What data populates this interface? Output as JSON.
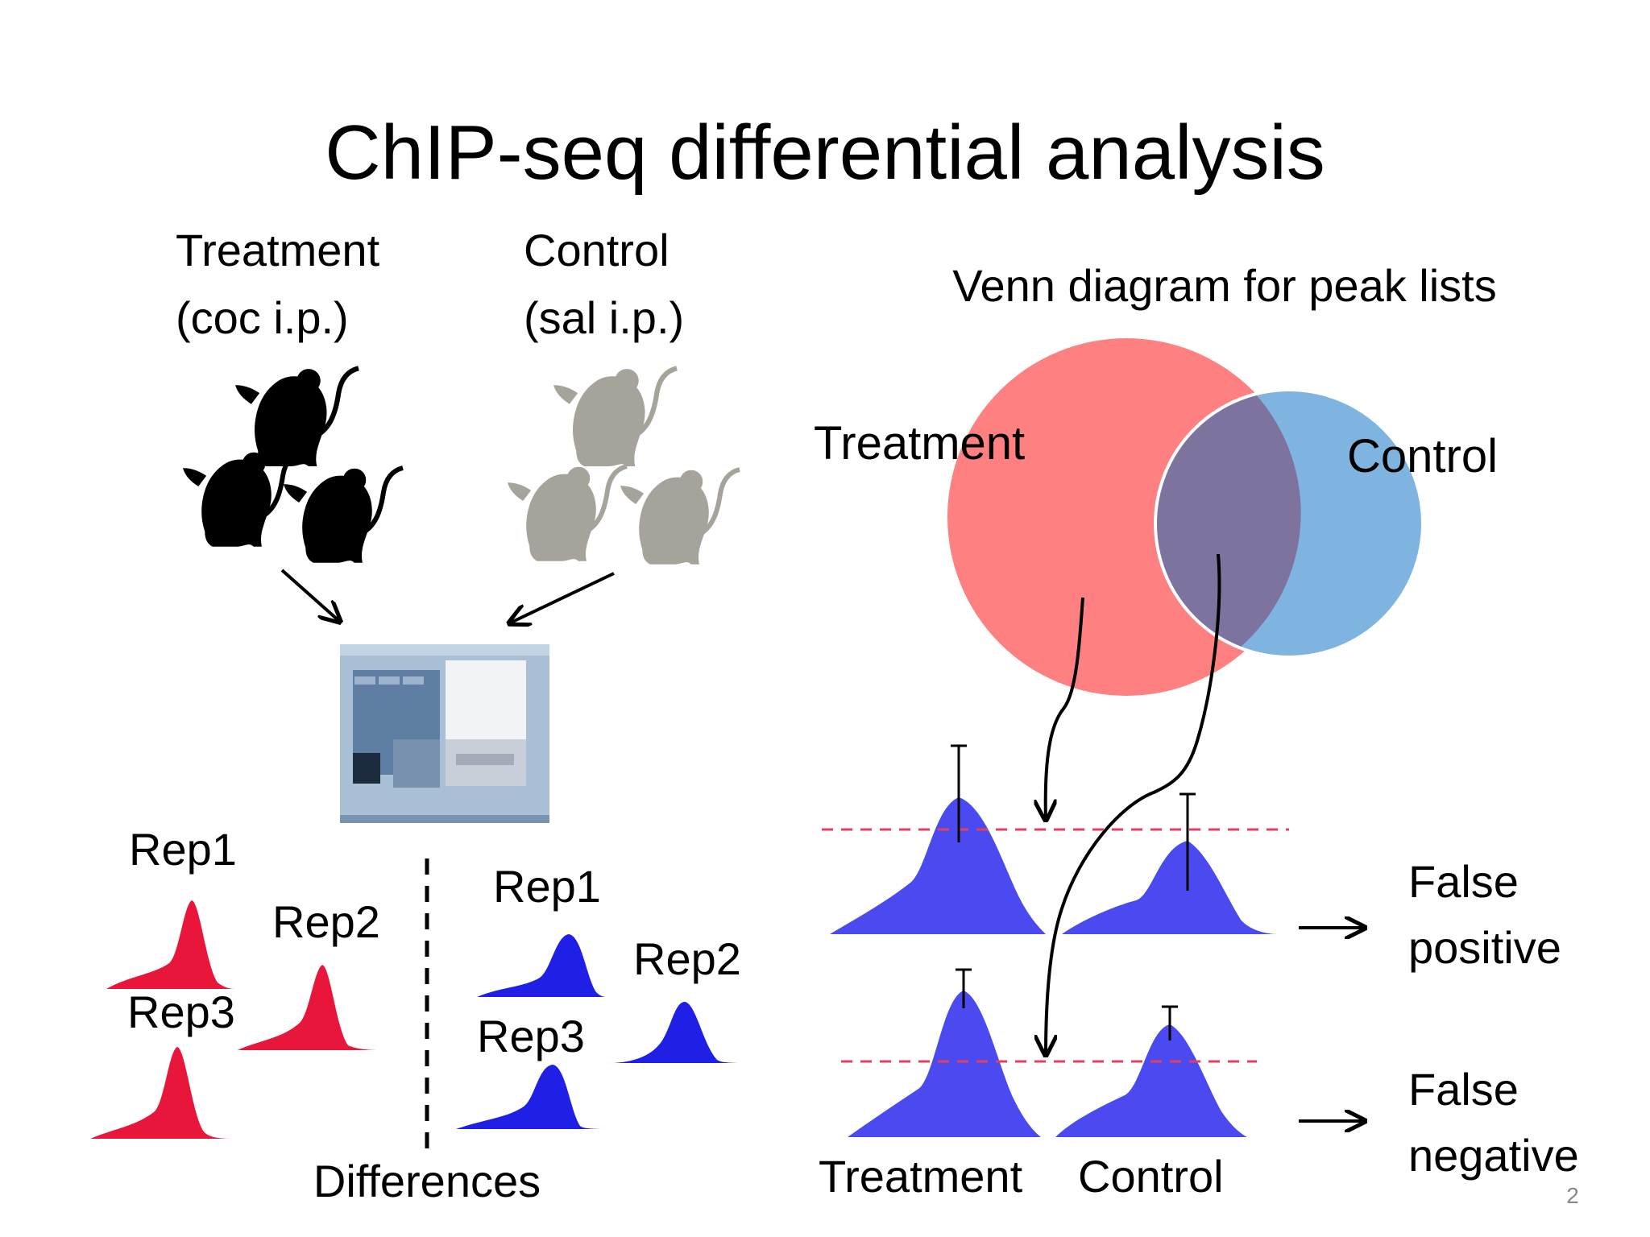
{
  "slide": {
    "title": "ChIP-seq differential analysis",
    "page_number": "2"
  },
  "left": {
    "treatment_label": "Treatment",
    "treatment_sub": "(coc i.p.)",
    "control_label": "Control",
    "control_sub": "(sal i.p.)",
    "treatment_reps": [
      "Rep1",
      "Rep2",
      "Rep3"
    ],
    "control_reps": [
      "Rep1",
      "Rep2",
      "Rep3"
    ],
    "differences_label": "Differences"
  },
  "venn": {
    "title": "Venn diagram for peak lists",
    "left_label": "Treatment",
    "right_label": "Control"
  },
  "peaks": {
    "bottom_labels": [
      "Treatment",
      "Control"
    ],
    "false_positive": [
      "False",
      "positive"
    ],
    "false_negative": [
      "False",
      "negative"
    ]
  },
  "colors": {
    "treatment_red": "#e8163a",
    "control_blue": "#1f1fe6",
    "venn_red": "#ff8080",
    "venn_blue": "#80b4e0",
    "venn_overlap": "#7e729f",
    "peak_blue": "#4a4af0",
    "threshold_red": "#e04060",
    "mouse_black": "#000000",
    "mouse_gray": "#a6a39a"
  },
  "icons": [
    "mouse-icon",
    "sequencer-icon",
    "arrow-icon"
  ]
}
